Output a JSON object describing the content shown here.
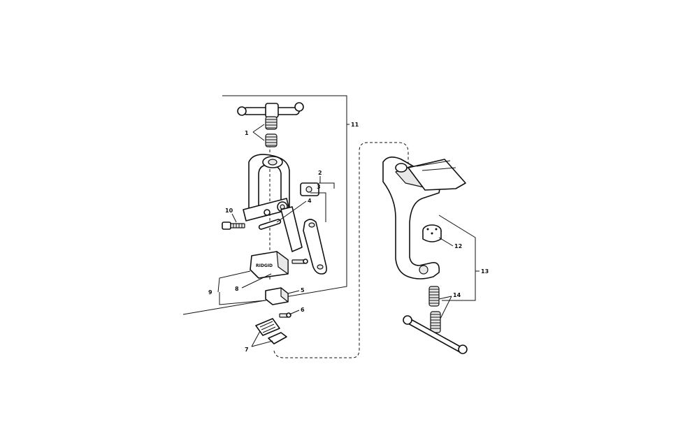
{
  "diagram": {
    "callouts": {
      "c1": "1",
      "c2": "2",
      "c3": "3",
      "c4": "4",
      "c5": "5",
      "c6": "6",
      "c7": "7",
      "c8": "8",
      "c9": "9",
      "c10": "10",
      "c11": "11",
      "c12": "12",
      "c13": "13",
      "c14": "14"
    },
    "jaw_marking": "RIDGID"
  }
}
